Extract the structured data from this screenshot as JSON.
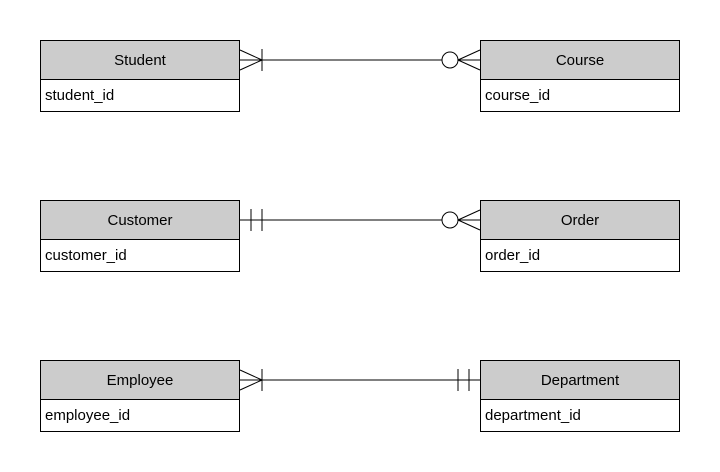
{
  "diagram": {
    "type": "entity-relationship",
    "entities": [
      {
        "name": "Student",
        "attributes": [
          "student_id"
        ]
      },
      {
        "name": "Course",
        "attributes": [
          "course_id"
        ]
      },
      {
        "name": "Customer",
        "attributes": [
          "customer_id"
        ]
      },
      {
        "name": "Order",
        "attributes": [
          "order_id"
        ]
      },
      {
        "name": "Employee",
        "attributes": [
          "employee_id"
        ]
      },
      {
        "name": "Department",
        "attributes": [
          "department_id"
        ]
      }
    ],
    "relationships": [
      {
        "from": "Student",
        "to": "Course",
        "from_cardinality": "one-or-many",
        "to_cardinality": "zero-or-many"
      },
      {
        "from": "Customer",
        "to": "Order",
        "from_cardinality": "exactly-one",
        "to_cardinality": "zero-or-many"
      },
      {
        "from": "Employee",
        "to": "Department",
        "from_cardinality": "one-or-many",
        "to_cardinality": "exactly-one"
      }
    ]
  },
  "colors": {
    "background": "#ffffff",
    "entity_header_fill": "#cccccc",
    "entity_body_fill": "#ffffff",
    "border": "#000000",
    "text": "#000000"
  }
}
